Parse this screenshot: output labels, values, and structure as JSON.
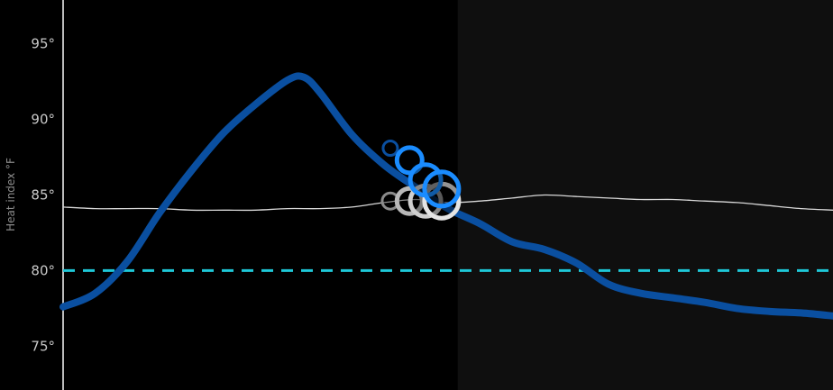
{
  "chart_data": {
    "type": "line",
    "ylabel": "Heat index °F",
    "y_ticks": [
      {
        "value": 75,
        "label": "75°"
      },
      {
        "value": 80,
        "label": "80°"
      },
      {
        "value": 85,
        "label": "85°"
      },
      {
        "value": 90,
        "label": "90°"
      },
      {
        "value": 95,
        "label": "95°"
      }
    ],
    "ylim": [
      72.1,
      97.9
    ],
    "xlim": [
      0,
      24
    ],
    "future_shade_start_x": 12.3,
    "threshold": {
      "value": 80,
      "color": "#1ec8d8",
      "style": "dashed"
    },
    "series": [
      {
        "role": "forecast",
        "color": "#0a4fa0",
        "x": [
          0,
          1,
          2,
          3,
          4,
          5,
          6,
          7,
          7.5,
          8,
          9,
          10,
          11,
          12,
          13,
          14,
          15,
          16,
          17,
          18,
          19,
          20,
          21,
          22,
          23,
          24
        ],
        "y": [
          77.6,
          78.5,
          80.6,
          83.8,
          86.6,
          89.1,
          91.0,
          92.6,
          92.8,
          91.8,
          89.0,
          87.0,
          85.5,
          84.1,
          83.1,
          81.9,
          81.4,
          80.5,
          79.1,
          78.5,
          78.2,
          77.9,
          77.5,
          77.3,
          77.2,
          77.0
        ]
      },
      {
        "role": "normal",
        "color": "#d8d8d8",
        "x": [
          0,
          1,
          2,
          3,
          4,
          5,
          6,
          7,
          8,
          9,
          10,
          11,
          12,
          13,
          14,
          15,
          16,
          17,
          18,
          19,
          20,
          21,
          22,
          23,
          24
        ],
        "y": [
          84.2,
          84.1,
          84.1,
          84.1,
          84.0,
          84.0,
          84.0,
          84.1,
          84.1,
          84.2,
          84.5,
          84.7,
          84.5,
          84.6,
          84.8,
          85.0,
          84.9,
          84.8,
          84.7,
          84.7,
          84.6,
          84.5,
          84.3,
          84.1,
          84.0
        ]
      }
    ],
    "markers": [
      {
        "x": 10.2,
        "y": 88.1,
        "r": 8,
        "color": "#1a8cff",
        "stroke": "#0a4fa0",
        "role": "forecast-ring"
      },
      {
        "x": 10.8,
        "y": 87.3,
        "r": 14,
        "color": "#1a8cff",
        "role": "forecast-ring"
      },
      {
        "x": 11.3,
        "y": 86.0,
        "r": 17,
        "color": "#1a8cff",
        "role": "forecast-ring"
      },
      {
        "x": 11.8,
        "y": 85.4,
        "r": 19,
        "color": "#1a8cff",
        "role": "forecast-ring"
      },
      {
        "x": 10.2,
        "y": 84.6,
        "r": 9,
        "color": "#8a8a8a",
        "role": "normal-ring"
      },
      {
        "x": 10.8,
        "y": 84.6,
        "r": 14,
        "color": "#b8b8b8",
        "role": "normal-ring"
      },
      {
        "x": 11.3,
        "y": 84.6,
        "r": 17,
        "color": "#cfcfcf",
        "role": "normal-ring"
      },
      {
        "x": 11.8,
        "y": 84.6,
        "r": 19,
        "color": "#e4e4e4",
        "role": "normal-ring"
      }
    ],
    "colors": {
      "background": "#000000",
      "future_shade": "#0f0f0f",
      "axis_line": "#bdbdbd",
      "tick_text": "#c8c8c8",
      "axis_title": "#8a8a8a"
    }
  }
}
